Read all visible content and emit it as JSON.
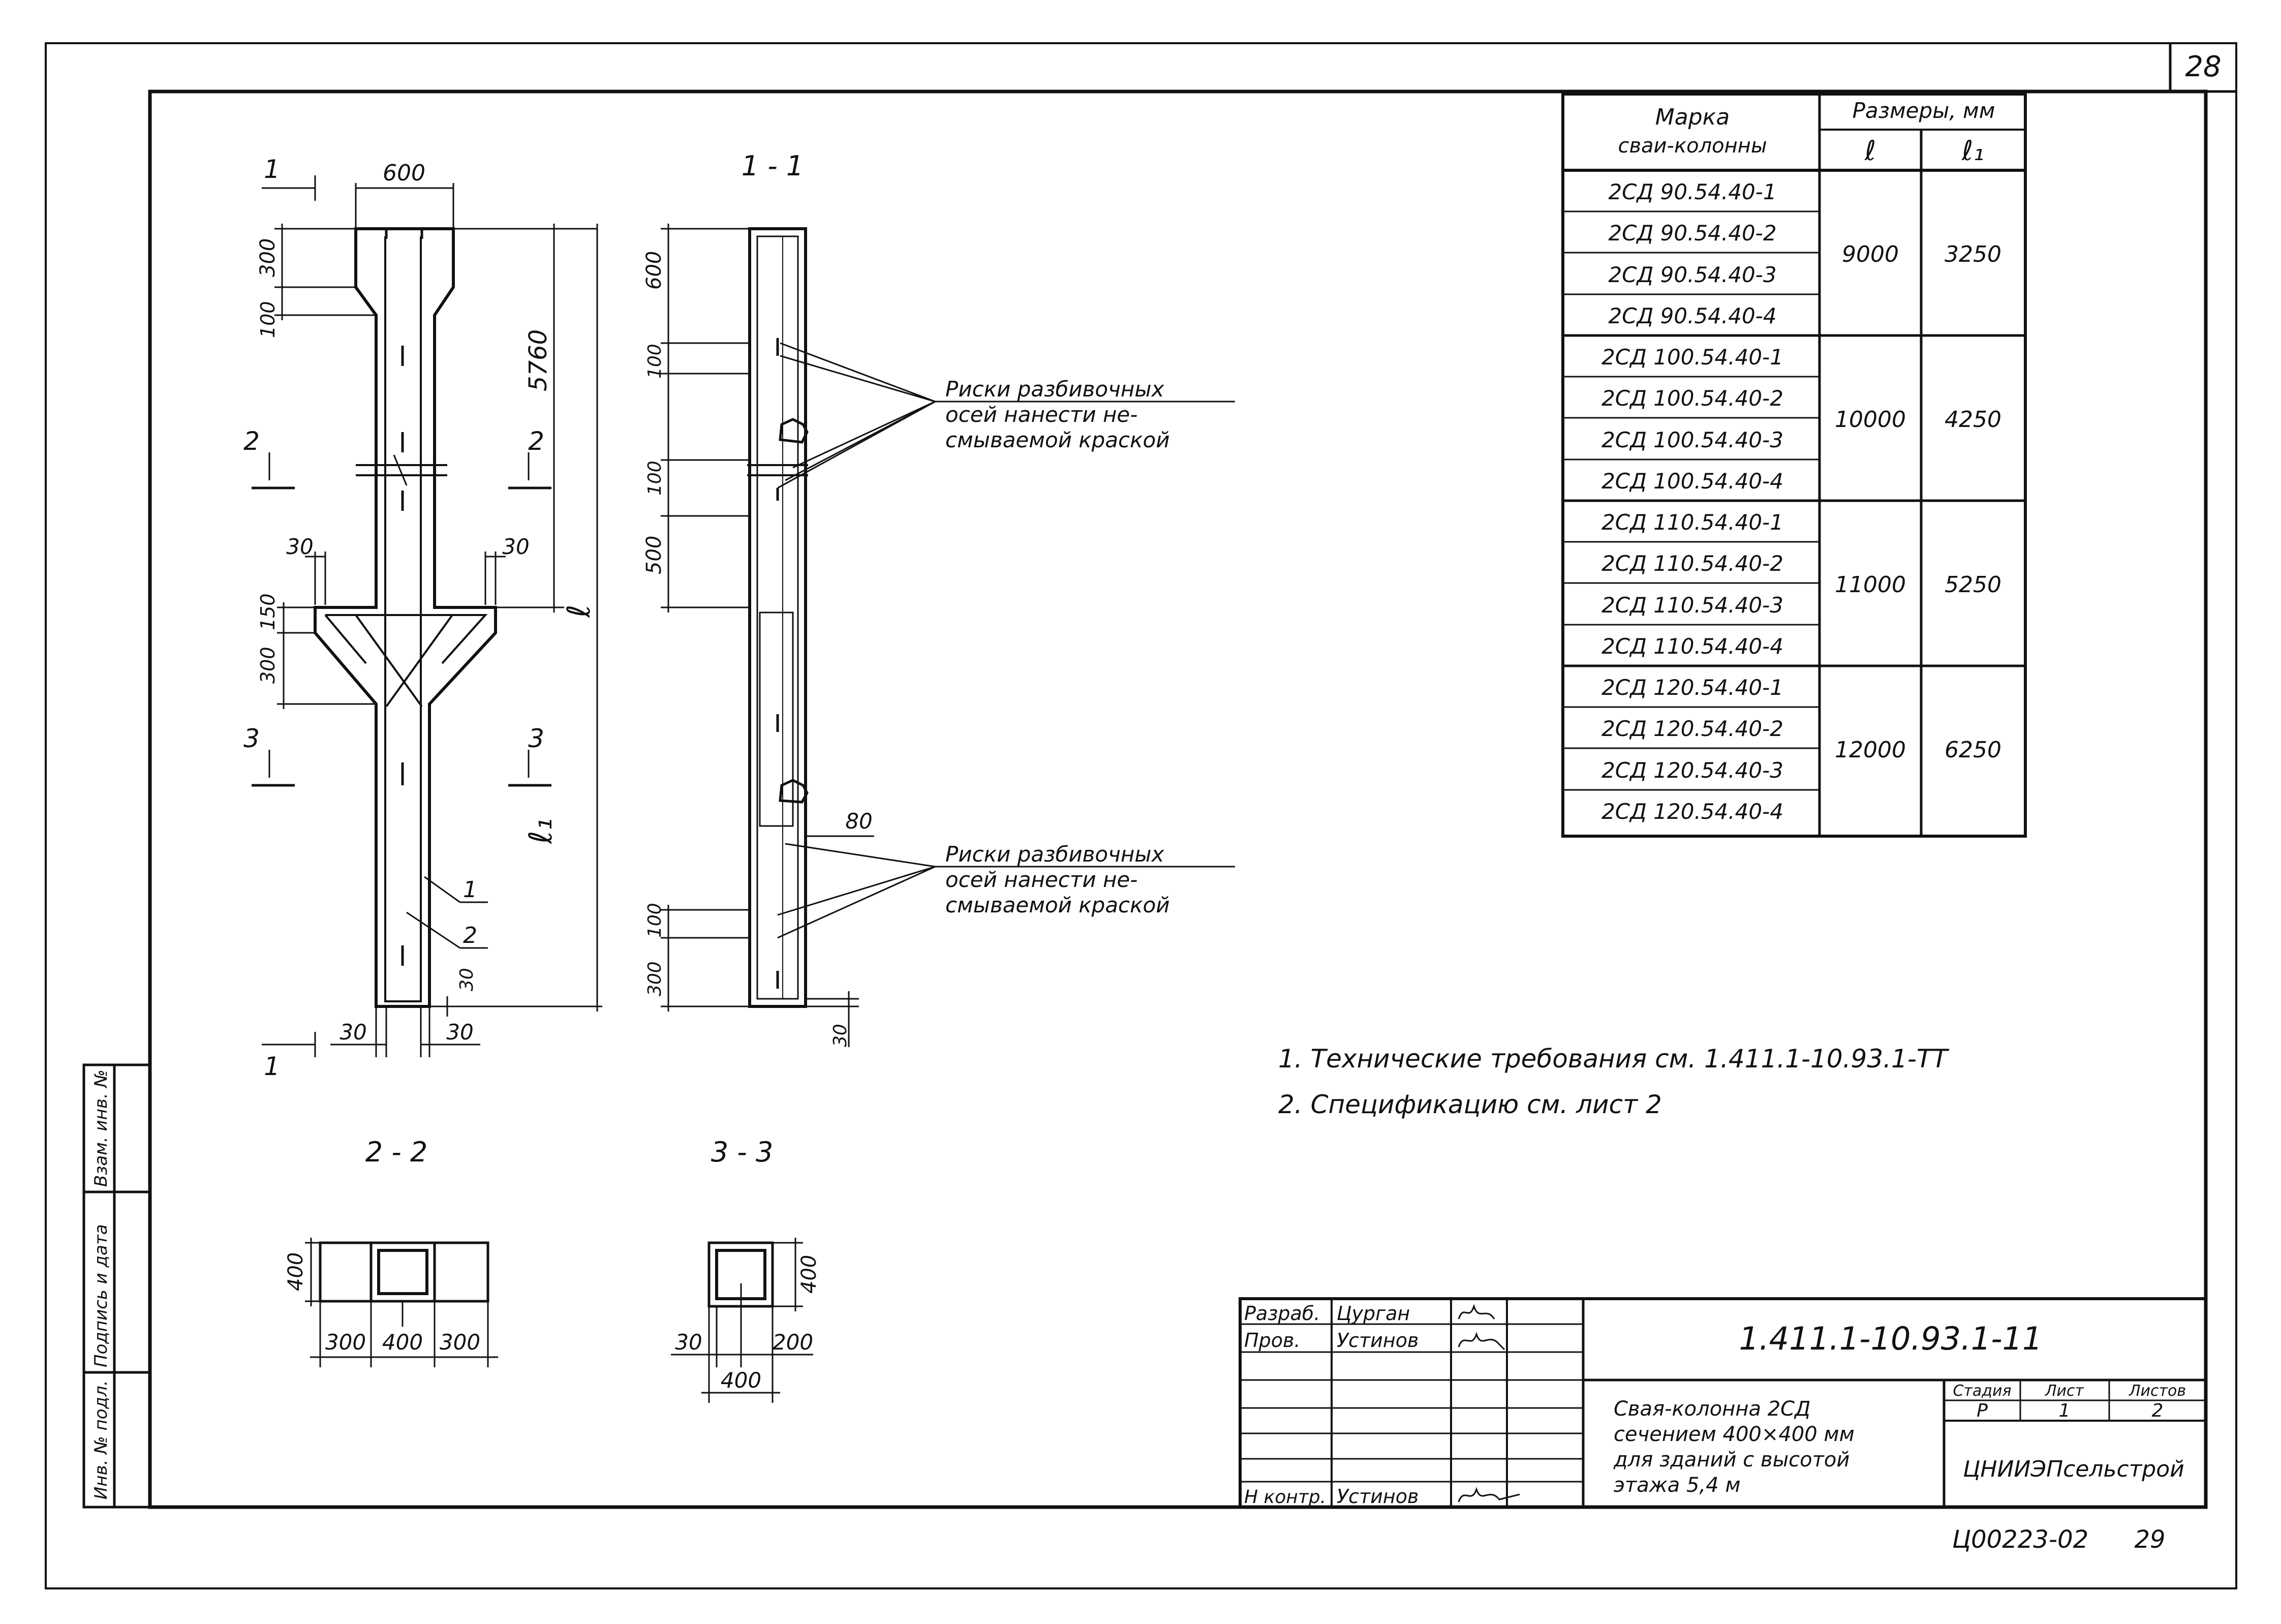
{
  "sheet_number": "28",
  "sections": {
    "s11": "1 - 1",
    "s22": "2 - 2",
    "s33": "3 - 3"
  },
  "cut_marks": {
    "c1": "1",
    "c2": "2",
    "c3": "3"
  },
  "front_view_dims": {
    "top_width": "600",
    "head_height": "300",
    "taper_height": "100",
    "upper_length": "5760",
    "corbel_left": "30",
    "corbel_right": "30",
    "corbel_top": "150",
    "corbel_height": "300",
    "total_length_symbol": "ℓ",
    "lower_length_symbol": "ℓ₁",
    "bottom_left": "30",
    "bottom_right": "30",
    "bottom_cover": "30",
    "callout_1": "1",
    "callout_2": "2"
  },
  "side_view_dims": {
    "d600": "600",
    "d100_top": "100",
    "d100_mid": "100",
    "d500": "500",
    "d80": "80",
    "d100_bot": "100",
    "d300_bot": "300",
    "d30": "30"
  },
  "marking_notes": {
    "upper": [
      "Риски разбивочных",
      "осей нанести не-",
      "смываемой краской"
    ],
    "lower": [
      "Риски разбивочных",
      "осей нанести не-",
      "смываемой краской"
    ]
  },
  "section_22_dims": {
    "height": "400",
    "left": "300",
    "mid": "400",
    "right": "300"
  },
  "section_33_dims": {
    "height": "400",
    "left": "30",
    "right": "200",
    "width": "400"
  },
  "notes": [
    "1. Технические требования см. 1.411.1-10.93.1-ТТ",
    "2. Спецификацию см. лист 2"
  ],
  "spec_table": {
    "header_mark": [
      "Марка",
      "сваи-колонны"
    ],
    "header_sizes": "Размеры, мм",
    "col_l": "ℓ",
    "col_l1": "ℓ₁",
    "groups": [
      {
        "marks": [
          "2СД 90.54.40-1",
          "2СД 90.54.40-2",
          "2СД 90.54.40-3",
          "2СД 90.54.40-4"
        ],
        "l": "9000",
        "l1": "3250"
      },
      {
        "marks": [
          "2СД 100.54.40-1",
          "2СД 100.54.40-2",
          "2СД 100.54.40-3",
          "2СД 100.54.40-4"
        ],
        "l": "10000",
        "l1": "4250"
      },
      {
        "marks": [
          "2СД 110.54.40-1",
          "2СД 110.54.40-2",
          "2СД 110.54.40-3",
          "2СД 110.54.40-4"
        ],
        "l": "11000",
        "l1": "5250"
      },
      {
        "marks": [
          "2СД 120.54.40-1",
          "2СД 120.54.40-2",
          "2СД 120.54.40-3",
          "2СД 120.54.40-4"
        ],
        "l": "12000",
        "l1": "6250"
      }
    ]
  },
  "title_block": {
    "doc_code": "1.411.1-10.93.1-11",
    "row1_role": "Разраб.",
    "row1_name": "Цурган",
    "row2_role": "Пров.",
    "row2_name": "Устинов",
    "row3_role": "Н контр.",
    "row3_name": "Устинов",
    "description": [
      "Свая-колонна 2СД",
      "сечением 400×400 мм",
      "для зданий с высотой",
      "этажа 5,4 м"
    ],
    "stage_label": "Стадия",
    "sheet_label": "Лист",
    "sheets_label": "Листов",
    "stage_value": "Р",
    "sheet_value": "1",
    "sheets_value": "2",
    "organization": "ЦНИИЭПсельстрой"
  },
  "side_stamp": {
    "inv_no": "Инв. № подл.",
    "sign_date": "Подпись и дата",
    "replace_inv": "Взам. инв. №"
  },
  "bottom_code": "Ц00223-02",
  "bottom_page": "29"
}
